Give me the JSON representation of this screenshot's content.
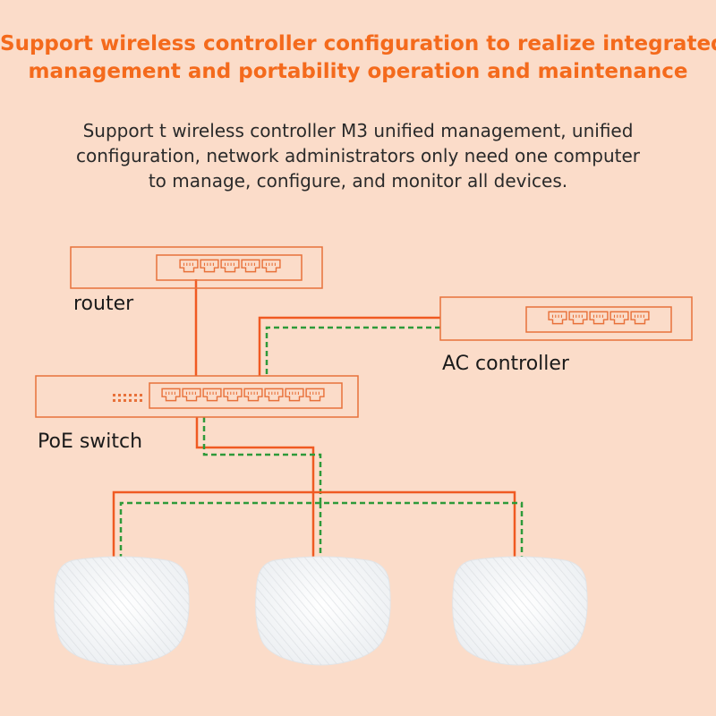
{
  "header": {
    "title_line1": "Support wireless controller configuration to realize integrated",
    "title_line2": "management and portability operation and maintenance"
  },
  "description": {
    "line1": "Support t wireless controller M3 unified management, unified",
    "line2": "configuration, network administrators only need one computer",
    "line3": "to manage, configure, and monitor all devices."
  },
  "devices": {
    "router": {
      "label": "router",
      "ports": 5
    },
    "ac_controller": {
      "label": "AC controller",
      "ports": 5
    },
    "poe_switch": {
      "label": "PoE switch",
      "ports": 8
    },
    "access_points": [
      {
        "icon": "ceiling-access-point-icon"
      },
      {
        "icon": "ceiling-access-point-icon"
      },
      {
        "icon": "ceiling-access-point-icon"
      }
    ]
  },
  "colors": {
    "background": "#fbdcc9",
    "accent": "#f46a1c",
    "data_link": "#f05a22",
    "poe_link": "#2e9a3a",
    "device_outline": "#e8713a"
  }
}
